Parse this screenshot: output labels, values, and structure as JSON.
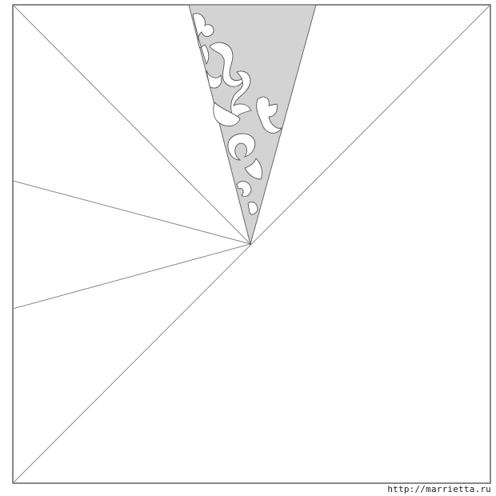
{
  "watermark": {
    "text": "http://marrietta.ru"
  },
  "colors": {
    "background": "#ffffff",
    "fold_line": "#8a8a8a",
    "frame": "#555555",
    "shaded_wedge": "#d3d3d3",
    "cutout": "#ffffff"
  },
  "diagram": {
    "subject": "paper-snowflake-folding-template",
    "fold_line_count": 6,
    "has_shaded_wedge": true,
    "cutout_shape_count": 9
  }
}
